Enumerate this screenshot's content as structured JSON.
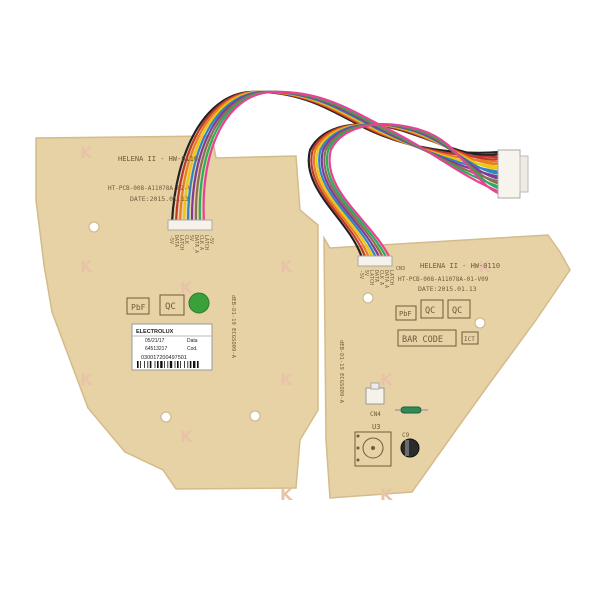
{
  "left_board": {
    "model": "HELENA II - HW-0110",
    "part_number": "HT-PCB-008-A11078A-02-V",
    "date": "DATE:2015.01.13",
    "pins": [
      "-5V",
      "DATA",
      "LATCH",
      "CLK",
      "5V",
      "DATA_A",
      "CLK_A",
      "LATCH",
      "-5V"
    ],
    "pbf": "PbF",
    "qc": "QC",
    "side_code": "dEB-D1-19 ECGSO09-A"
  },
  "label_sticker": {
    "brand": "ELECTROLUX",
    "date": "05/21/17",
    "date_header": "Data",
    "code": "64513217",
    "code_header": "Cod.",
    "serial": "030017200497501"
  },
  "right_board": {
    "model": "HELENA II - HW-0110",
    "part_number": "HT-PCB-008-A11078A-01-V09",
    "date": "DATE:2015.01.13",
    "conn_ref": "CN3",
    "pins": [
      "-5V",
      "5V",
      "LATCH",
      "DATA",
      "CLK_A",
      "DATA_A",
      "LATCH"
    ],
    "pbf": "PbF",
    "qc1": "QC",
    "qc2": "QC",
    "bar_code": "BAR CODE",
    "ict": "ICT",
    "cn4": "CN4",
    "u3": "U3",
    "c9": "C9",
    "side_code": "dEB-D1-19 ECGSO09-A"
  },
  "watermark": "K",
  "colors": {
    "board": "#e7d2a6",
    "board_edge": "#d4bb8a",
    "silkscreen": "#6f5a3a",
    "watermark": "#e8c3a8",
    "wires": [
      "#222222",
      "#c0392b",
      "#e67e22",
      "#f1c40f",
      "#2e86c1",
      "#7d3c98",
      "#8e6e53",
      "#27ae60",
      "#e84393"
    ]
  }
}
